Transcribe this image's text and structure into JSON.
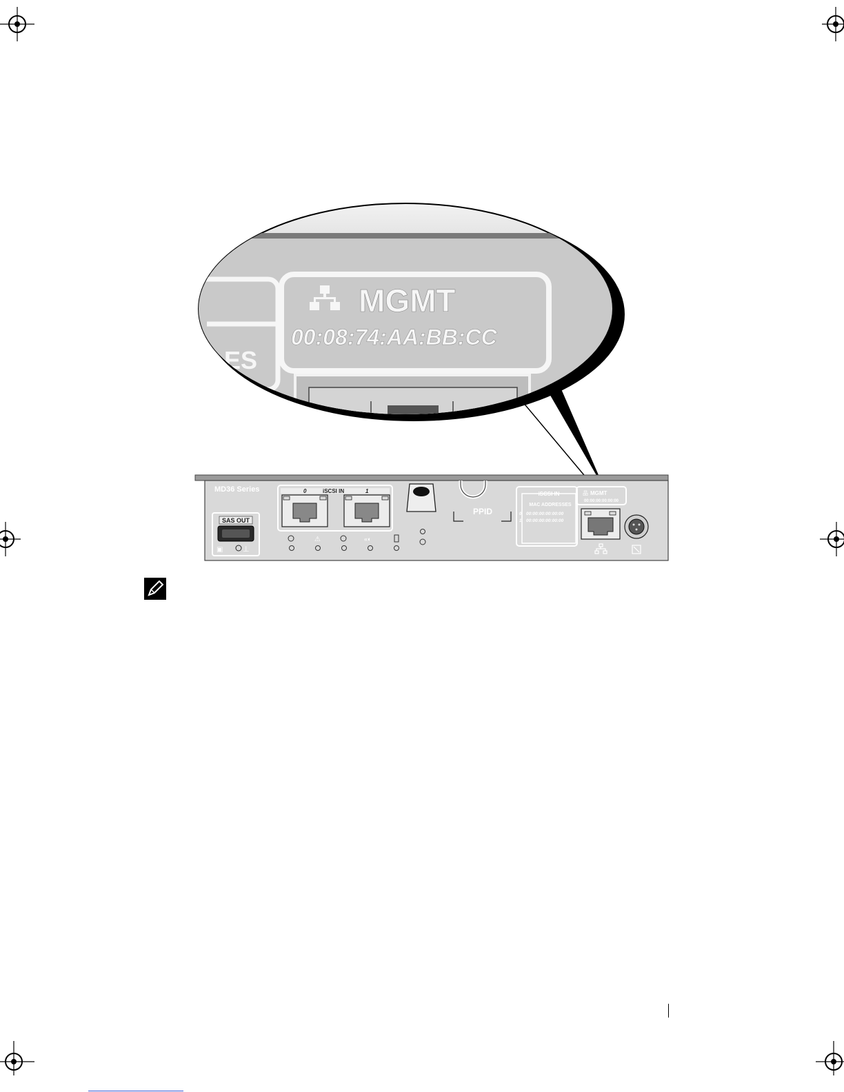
{
  "callout": {
    "port_label": "MGMT",
    "mac_address": "00:08:74:AA:BB:CC",
    "partial_text": "ES"
  },
  "panel": {
    "series_label": "MD36 Series",
    "sas_out_label": "SAS OUT",
    "iscsi_port_0": "0",
    "iscsi_in_label": "iSCSI IN",
    "iscsi_port_1": "1",
    "ppid_label": "PPID",
    "mac_box_title": "iSCSI IN",
    "mac_box_subtitle": "MAC ADDRESSES",
    "mac_row_0_index": "0",
    "mac_row_0_value": "00:00:00:00:00:00",
    "mac_row_1_index": "1",
    "mac_row_1_value": "00:00:00:00:00:00",
    "mgmt_label": "MGMT",
    "mgmt_mac": "00:00:00:00:00:00"
  },
  "icons": {
    "registration_mark": "crosshair-circle",
    "note": "pencil-note-icon",
    "network": "network-icon",
    "wrench": "service-port-icon"
  },
  "colors": {
    "panel_fill": "#d9d9d9",
    "callout_fill": "#cfcfcf",
    "outline": "#000000",
    "link_blue": "#3b5bd6"
  }
}
